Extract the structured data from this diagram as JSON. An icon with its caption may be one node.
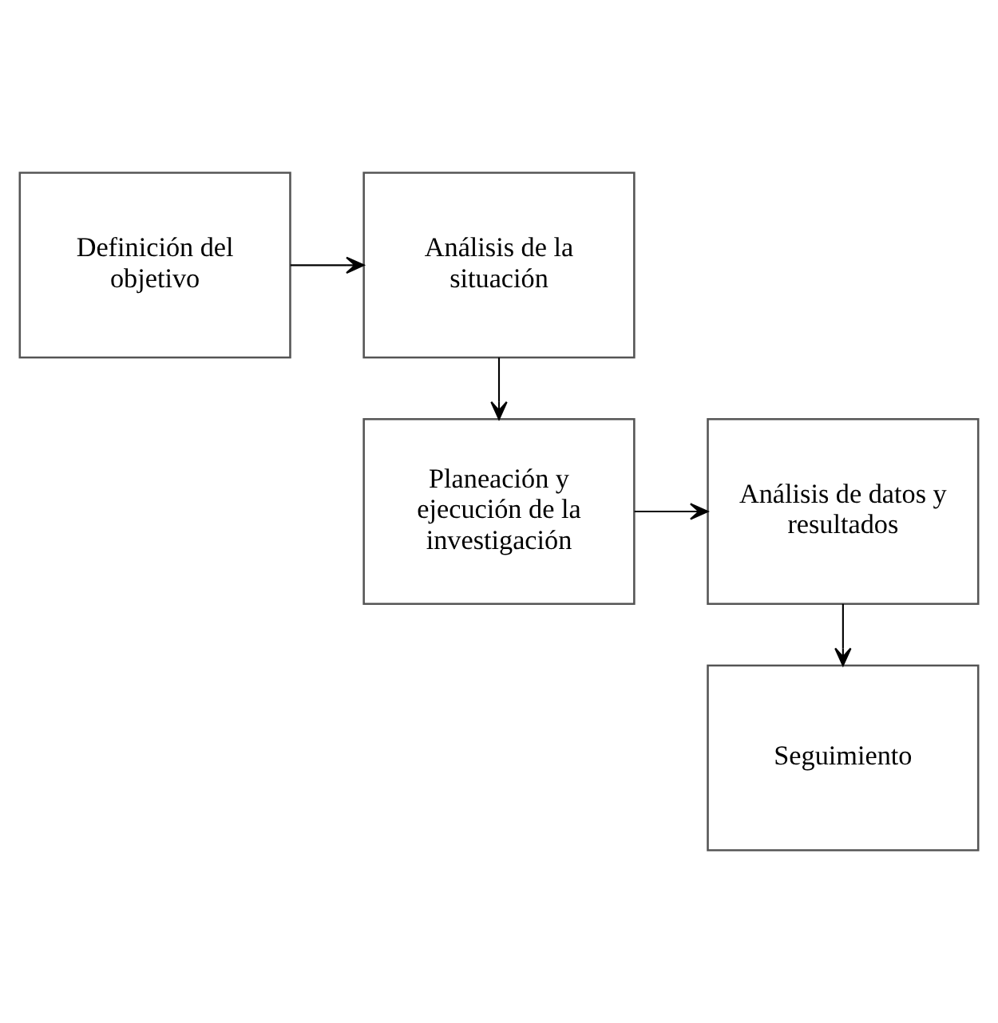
{
  "diagram": {
    "nodes": [
      {
        "text": [
          "Definición del objetivo"
        ]
      },
      {
        "text": [
          "Análisis de la situación"
        ]
      },
      {
        "text": [
          "Planeación y ejecución de la investigación"
        ]
      },
      {
        "text": [
          "Análisis de datos y resultados"
        ]
      },
      {
        "text": [
          "Seguimiento"
        ]
      }
    ],
    "edges": [
      {
        "from": 0,
        "to": 1,
        "arrow": "to"
      },
      {
        "from": 1,
        "to": 2,
        "arrow": "to"
      },
      {
        "from": 2,
        "to": 3,
        "arrow": "to"
      },
      {
        "from": 3,
        "to": 4,
        "arrow": "to"
      }
    ]
  }
}
